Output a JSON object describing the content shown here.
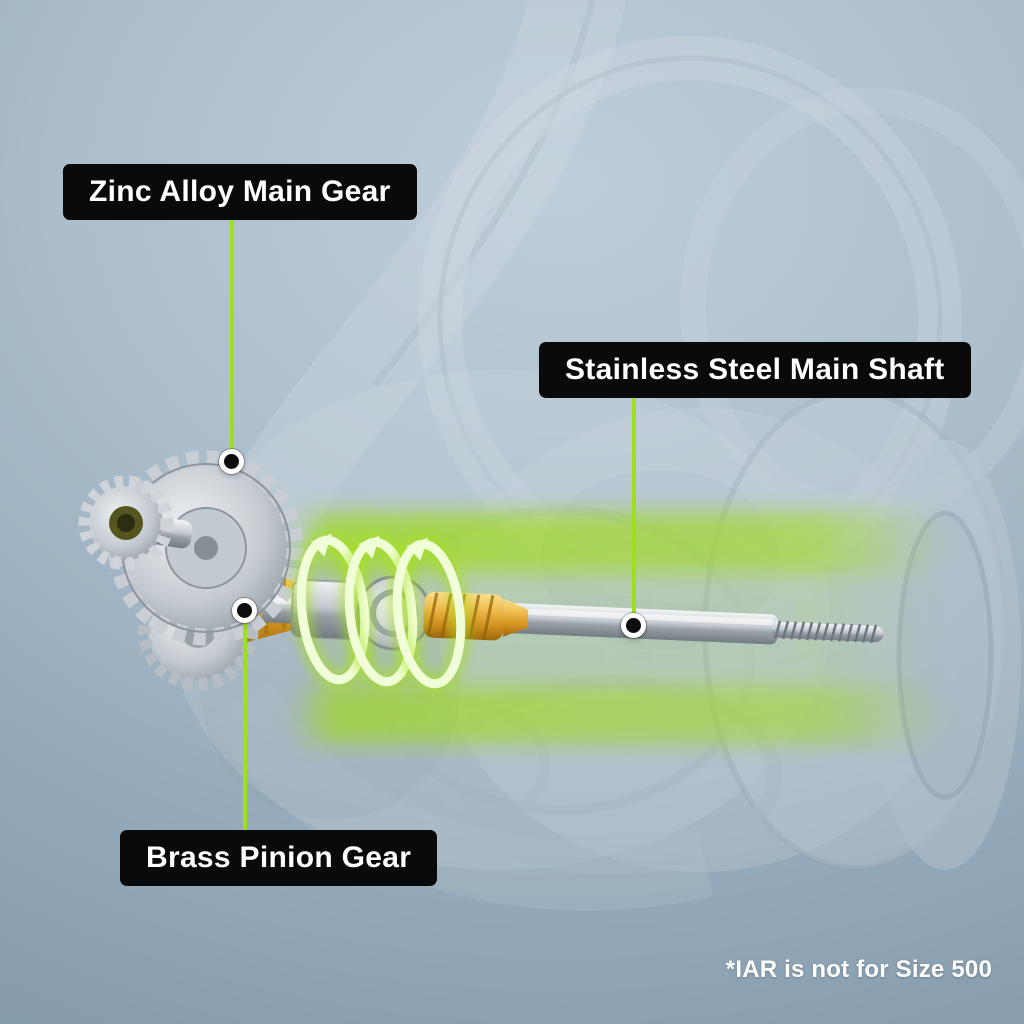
{
  "background": {
    "light": "#bfceda",
    "dark": "#839aab"
  },
  "callouts": {
    "main_gear": {
      "label": "Zinc Alloy Main Gear"
    },
    "main_shaft": {
      "label": "Stainless Steel Main Shaft"
    },
    "pinion_gear": {
      "label": "Brass Pinion Gear"
    }
  },
  "footnote": "*IAR is not for Size 500",
  "style": {
    "callout_bg": "#0a0a0a",
    "callout_text": "#ffffff",
    "leader_green": "#9fe01e",
    "glow_green": "#a6e22a",
    "brass_gold": "#d99b2a",
    "steel_silver": "#c3cad1",
    "ghost_body": "#d7dee4"
  }
}
